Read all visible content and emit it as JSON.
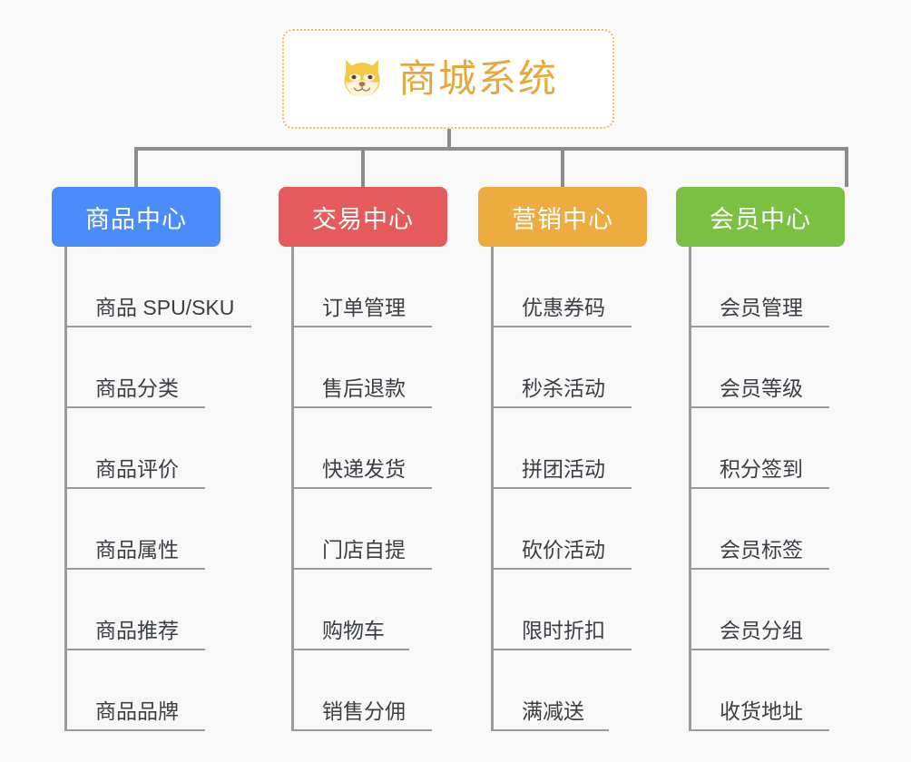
{
  "page": {
    "background_color": "#f8f8f8",
    "line_color": "#8c8c8c"
  },
  "root": {
    "title": "商城系统",
    "icon": "shiba-dog-icon",
    "title_color": "#e3a93c",
    "border_color": "#f0b95a",
    "background_color": "#ffffff"
  },
  "columns": [
    {
      "id": "product-center",
      "label": "商品中心",
      "color": "#4b8df8",
      "items": [
        {
          "label": "商品 SPU/SKU",
          "underline_width": 206
        },
        {
          "label": "商品分类",
          "underline_width": 155
        },
        {
          "label": "商品评价",
          "underline_width": 155
        },
        {
          "label": "商品属性",
          "underline_width": 155
        },
        {
          "label": "商品推荐",
          "underline_width": 155
        },
        {
          "label": "商品品牌",
          "underline_width": 155
        }
      ]
    },
    {
      "id": "trade-center",
      "label": "交易中心",
      "color": "#e55a5a",
      "items": [
        {
          "label": "订单管理",
          "underline_width": 155
        },
        {
          "label": "售后退款",
          "underline_width": 155
        },
        {
          "label": "快递发货",
          "underline_width": 155
        },
        {
          "label": "门店自提",
          "underline_width": 155
        },
        {
          "label": "购物车",
          "underline_width": 130
        },
        {
          "label": "销售分佣",
          "underline_width": 155
        }
      ]
    },
    {
      "id": "marketing-center",
      "label": "营销中心",
      "color": "#eeab3f",
      "items": [
        {
          "label": "优惠券码",
          "underline_width": 155
        },
        {
          "label": "秒杀活动",
          "underline_width": 155
        },
        {
          "label": "拼团活动",
          "underline_width": 155
        },
        {
          "label": "砍价活动",
          "underline_width": 155
        },
        {
          "label": "限时折扣",
          "underline_width": 155
        },
        {
          "label": "满减送",
          "underline_width": 130
        }
      ]
    },
    {
      "id": "member-center",
      "label": "会员中心",
      "color": "#7ac143",
      "items": [
        {
          "label": "会员管理",
          "underline_width": 155
        },
        {
          "label": "会员等级",
          "underline_width": 155
        },
        {
          "label": "积分签到",
          "underline_width": 155
        },
        {
          "label": "会员标签",
          "underline_width": 155
        },
        {
          "label": "会员分组",
          "underline_width": 155
        },
        {
          "label": "收货地址",
          "underline_width": 155
        }
      ]
    }
  ]
}
